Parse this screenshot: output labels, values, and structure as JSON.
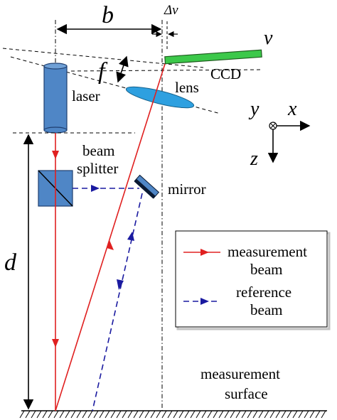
{
  "labels": {
    "b": "b",
    "delta_v": "Δv",
    "v": "v",
    "f": "f",
    "ccd": "CCD",
    "laser": "laser",
    "lens": "lens",
    "beam_splitter_line1": "beam",
    "beam_splitter_line2": "splitter",
    "mirror": "mirror",
    "d": "d",
    "axis_y": "y",
    "axis_x": "x",
    "axis_z": "z",
    "surface_line1": "measurement",
    "surface_line2": "surface"
  },
  "legend": {
    "measurement_line1": "measurement",
    "measurement_line2": "beam",
    "reference_line1": "reference",
    "reference_line2": "beam"
  },
  "colors": {
    "measurement_beam": "#e02020",
    "reference_beam": "#1a1aa0",
    "laser_fill": "#4f86c6",
    "lens_fill": "#2ea0e0",
    "ccd_fill": "#3cc84a",
    "splitter_fill": "#4f86c6"
  }
}
